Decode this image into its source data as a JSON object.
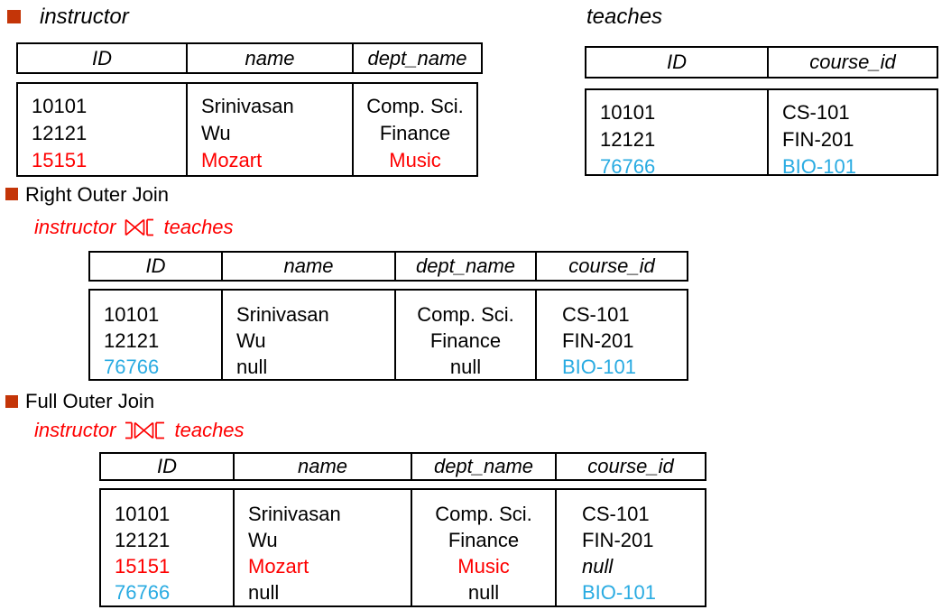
{
  "colors": {
    "red": "#fe0000",
    "cyan": "#29abe2",
    "bullet": "#c43508",
    "border": "#000000",
    "text": "#000000",
    "background": "#ffffff"
  },
  "relation_titles": {
    "instructor": "instructor",
    "teaches": "teaches"
  },
  "sections": {
    "right_outer": {
      "label": "Right Outer Join",
      "expr": {
        "left": "instructor",
        "right": "teaches",
        "symbol_name": "right-outer-join-symbol",
        "symbol_unicode": "⟖"
      }
    },
    "full_outer": {
      "label": "Full Outer Join",
      "expr": {
        "left": "instructor",
        "right": "teaches",
        "symbol_name": "full-outer-join-symbol",
        "symbol_unicode": "⟗"
      }
    }
  },
  "tables": {
    "instructor": {
      "headers": [
        "ID",
        "name",
        "dept_name"
      ],
      "rows": [
        [
          {
            "t": "10101",
            "c": "black"
          },
          {
            "t": "Srinivasan",
            "c": "black"
          },
          {
            "t": "Comp. Sci.",
            "c": "black"
          }
        ],
        [
          {
            "t": "12121",
            "c": "black"
          },
          {
            "t": "Wu",
            "c": "black"
          },
          {
            "t": "Finance",
            "c": "black"
          }
        ],
        [
          {
            "t": "15151",
            "c": "red"
          },
          {
            "t": "Mozart",
            "c": "red"
          },
          {
            "t": "Music",
            "c": "red"
          }
        ]
      ]
    },
    "teaches": {
      "headers": [
        "ID",
        "course_id"
      ],
      "rows": [
        [
          {
            "t": "10101",
            "c": "black"
          },
          {
            "t": "CS-101",
            "c": "black"
          }
        ],
        [
          {
            "t": "12121",
            "c": "black"
          },
          {
            "t": "FIN-201",
            "c": "black"
          }
        ],
        [
          {
            "t": "76766",
            "c": "cyan"
          },
          {
            "t": "BIO-101",
            "c": "cyan"
          }
        ]
      ]
    },
    "right_outer": {
      "headers": [
        "ID",
        "name",
        "dept_name",
        "course_id"
      ],
      "rows": [
        [
          {
            "t": "10101",
            "c": "black"
          },
          {
            "t": "Srinivasan",
            "c": "black"
          },
          {
            "t": "Comp. Sci.",
            "c": "black"
          },
          {
            "t": "CS-101",
            "c": "black"
          }
        ],
        [
          {
            "t": "12121",
            "c": "black"
          },
          {
            "t": "Wu",
            "c": "black"
          },
          {
            "t": "Finance",
            "c": "black"
          },
          {
            "t": "FIN-201",
            "c": "black"
          }
        ],
        [
          {
            "t": "76766",
            "c": "cyan"
          },
          {
            "t": "null",
            "c": "black"
          },
          {
            "t": "null",
            "c": "black"
          },
          {
            "t": "BIO-101",
            "c": "cyan"
          }
        ]
      ]
    },
    "full_outer": {
      "headers": [
        "ID",
        "name",
        "dept_name",
        "course_id"
      ],
      "rows": [
        [
          {
            "t": "10101",
            "c": "black"
          },
          {
            "t": "Srinivasan",
            "c": "black"
          },
          {
            "t": "Comp. Sci.",
            "c": "black"
          },
          {
            "t": "CS-101",
            "c": "black"
          }
        ],
        [
          {
            "t": "12121",
            "c": "black"
          },
          {
            "t": "Wu",
            "c": "black"
          },
          {
            "t": "Finance",
            "c": "black"
          },
          {
            "t": "FIN-201",
            "c": "black"
          }
        ],
        [
          {
            "t": "15151",
            "c": "red"
          },
          {
            "t": "Mozart",
            "c": "red"
          },
          {
            "t": "Music",
            "c": "red"
          },
          {
            "t": "null",
            "c": "black",
            "i": true
          }
        ],
        [
          {
            "t": "76766",
            "c": "cyan"
          },
          {
            "t": "null",
            "c": "black"
          },
          {
            "t": "null",
            "c": "black"
          },
          {
            "t": "BIO-101",
            "c": "cyan"
          }
        ]
      ]
    }
  }
}
